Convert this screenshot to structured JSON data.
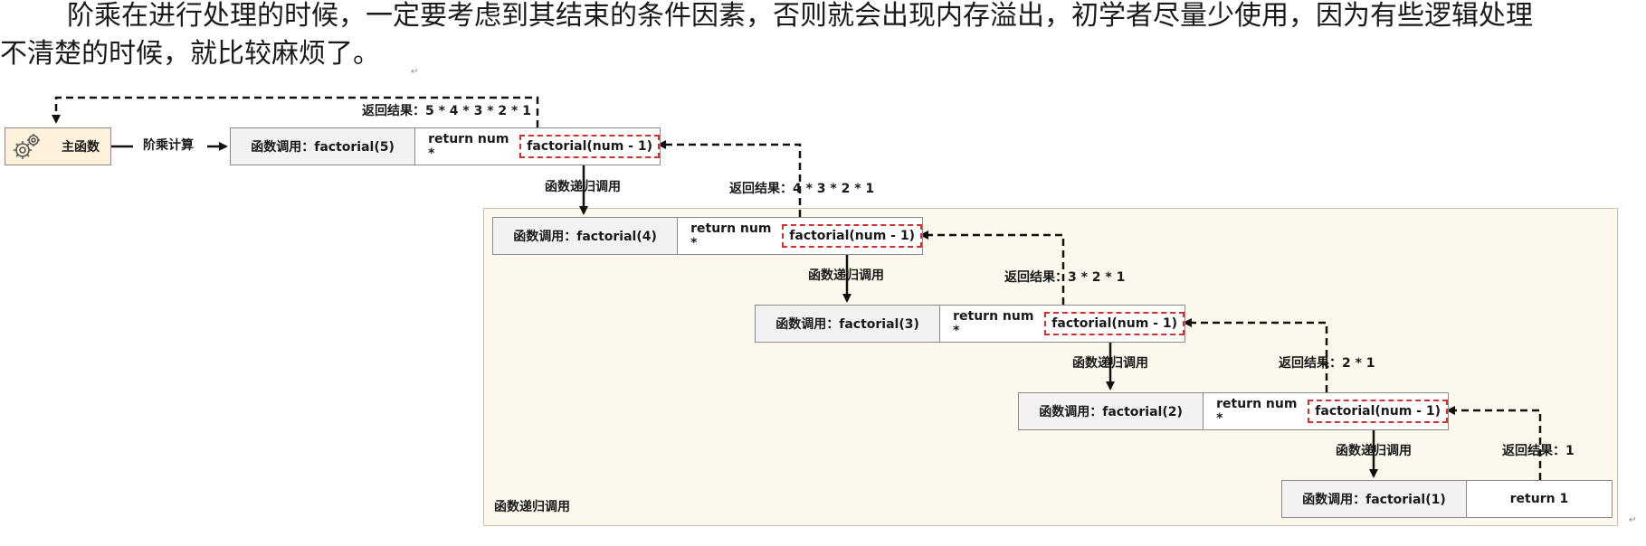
{
  "paragraph": {
    "line1": "阶乘在进行处理的时候，一定要考虑到其结束的条件因素，否则就会出现内存溢出，初学者尽量少使用，因为有些逻辑处理",
    "line2": "不清楚的时候，就比较麻烦了。"
  },
  "diagram": {
    "main_function": "主函数",
    "factorial_calc": "阶乘计算",
    "panel_label": "函数递归调用",
    "recursive_call_label": "函数递归调用",
    "calls": [
      {
        "call": "函数调用：factorial(5)",
        "ret_prefix": "return num *",
        "rec": "factorial(num - 1)",
        "result": "返回结果：5 * 4 * 3 * 2 * 1"
      },
      {
        "call": "函数调用：factorial(4)",
        "ret_prefix": "return num *",
        "rec": "factorial(num - 1)",
        "result": "返回结果：4 * 3 * 2 * 1"
      },
      {
        "call": "函数调用：factorial(3)",
        "ret_prefix": "return num *",
        "rec": "factorial(num - 1)",
        "result": "返回结果：3 * 2 * 1"
      },
      {
        "call": "函数调用：factorial(2)",
        "ret_prefix": "return num *",
        "rec": "factorial(num - 1)",
        "result": "返回结果：2 * 1"
      },
      {
        "call": "函数调用：factorial(1)",
        "ret_prefix": "return 1",
        "rec": "",
        "result": "返回结果：1"
      }
    ],
    "colors": {
      "panel_bg": "#fdf8ee",
      "main_bg": "#fff1dc",
      "recursion_border": "#d32f2f",
      "call_cell_bg": "#f2f2f2"
    },
    "icons": {
      "main": "gear-icon"
    }
  }
}
